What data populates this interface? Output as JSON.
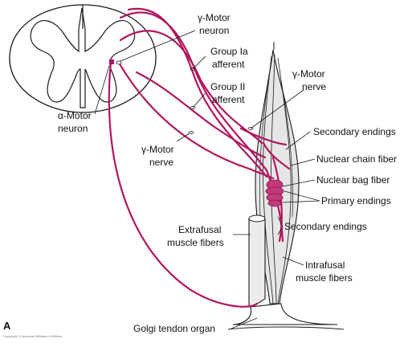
{
  "figure": {
    "panel_letter": "A",
    "footer_fine_print": "Copyright © Lippincott Williams & Wilkins"
  },
  "labels": {
    "gamma_motor_neuron": [
      "γ-Motor",
      "neuron"
    ],
    "group_ia_afferent": [
      "Group Ia",
      "afferent"
    ],
    "group_ii_afferent": [
      "Group II",
      "afferent"
    ],
    "gamma_motor_nerve_left": [
      "γ-Motor",
      "nerve"
    ],
    "gamma_motor_nerve_right": [
      "γ-Motor",
      "nerve"
    ],
    "alpha_motor_neuron": [
      "α-Motor",
      "neuron"
    ],
    "secondary_endings_top": "Secondary endings",
    "nuclear_chain_fiber": "Nuclear chain fiber",
    "nuclear_bag_fiber": "Nuclear bag fiber",
    "primary_endings": "Primary endings",
    "secondary_endings_bottom": "Secondary endings",
    "extrafusal_muscle_fibers": [
      "Extrafusal",
      "muscle fibers"
    ],
    "intrafusal_muscle_fibers": [
      "Intrafusal",
      "muscle fibers"
    ],
    "golgi_tendon_organ": "Golgi tendon organ"
  },
  "colors": {
    "nerve": "#b0165e",
    "outline": "#1a1a1a",
    "fiber_fill": "#e6e6e6"
  }
}
